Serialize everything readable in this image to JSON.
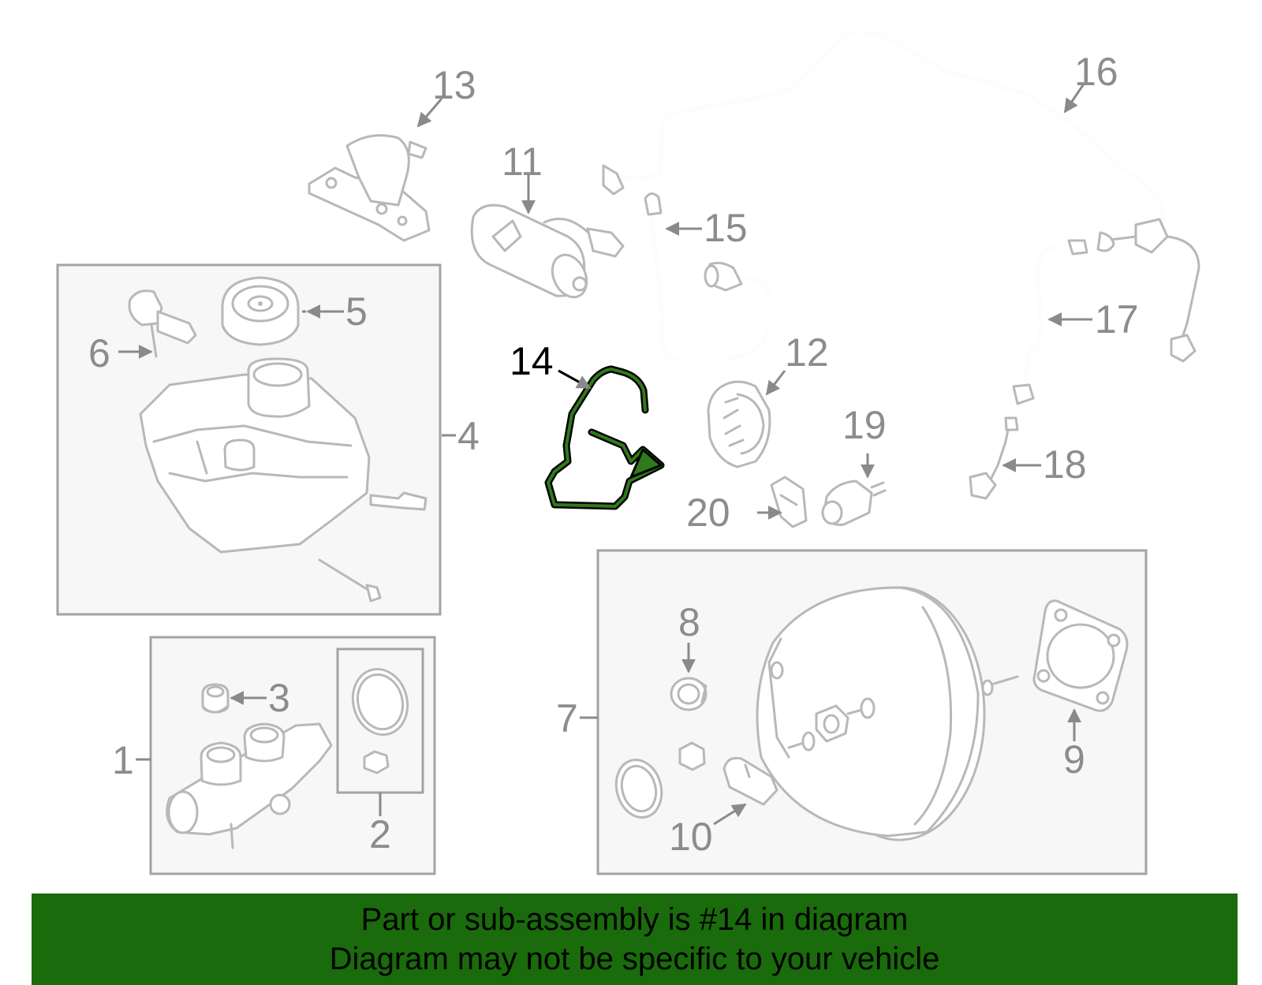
{
  "diagram": {
    "highlight_color": "#1a6b0b",
    "highlighted_part": "14",
    "callouts": {
      "c1": "1",
      "c2": "2",
      "c3": "3",
      "c4": "4",
      "c5": "5",
      "c6": "6",
      "c7": "7",
      "c8": "8",
      "c9": "9",
      "c10": "10",
      "c11": "11",
      "c12": "12",
      "c13": "13",
      "c14": "14",
      "c15": "15",
      "c16": "16",
      "c17": "17",
      "c18": "18",
      "c19": "19",
      "c20": "20"
    }
  },
  "footer": {
    "line1": "Part or sub-assembly is #14 in diagram",
    "line2": "Diagram may not be specific to your vehicle"
  }
}
